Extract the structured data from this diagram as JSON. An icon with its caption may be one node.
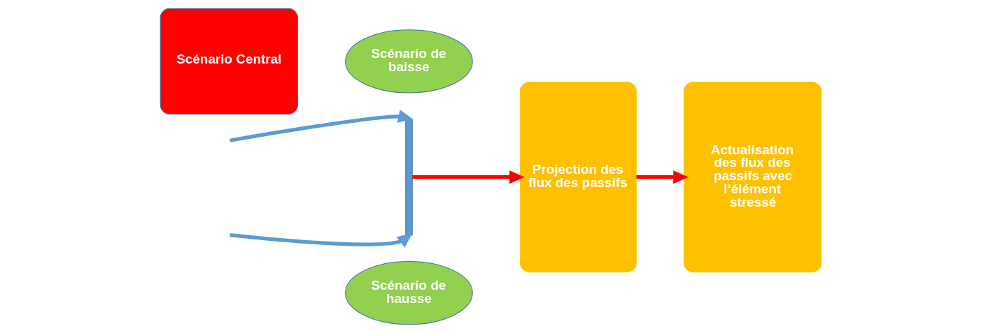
{
  "diagram": {
    "nodes": [
      {
        "text": [
          "Scénario Central"
        ]
      },
      {
        "text": [
          "Scénario de baisse"
        ]
      },
      {
        "text": [],
        "shape": "bar"
      },
      {
        "text": [
          "Scénario de hausse"
        ]
      },
      {
        "text": [
          "Projection des flux des passifs"
        ]
      },
      {
        "text": [
          "Actualisation des flux des passifs avec l’élément stressé"
        ]
      }
    ],
    "edges": [
      {
        "from": null,
        "to": 2,
        "arrow": "to",
        "color": "#5b9bd5"
      },
      {
        "from": null,
        "to": 2,
        "arrow": "to",
        "color": "#5b9bd5"
      },
      {
        "from": 2,
        "to": 4,
        "arrow": "to",
        "color": "#ff0000"
      },
      {
        "from": 4,
        "to": 5,
        "arrow": "to",
        "color": "#ff0000"
      }
    ]
  }
}
